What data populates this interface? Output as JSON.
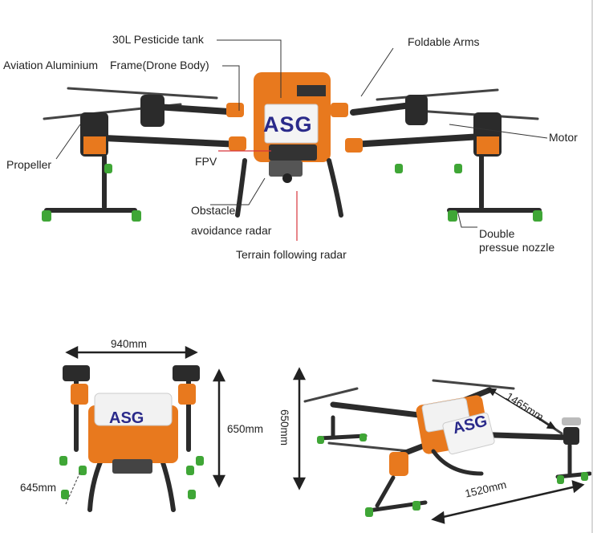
{
  "labels": {
    "tank": "30L Pesticide tank",
    "arms": "Foldable Arms",
    "aviation": "Aviation Aluminium",
    "frame": "Frame(Drone Body)",
    "motor": "Motor",
    "propeller": "Propeller",
    "fpv": "FPV",
    "obstacle_line1": "Obstacle",
    "obstacle_line2": "avoidance radar",
    "terrain": "Terrain following radar",
    "nozzle_line1": "Double",
    "nozzle_line2": "pressue nozzle"
  },
  "brand": "ASG",
  "dimensions": {
    "front_width": "940mm",
    "front_height": "650mm",
    "front_depth": "645mm",
    "iso_height": "650mm",
    "iso_length": "1520mm",
    "iso_diagonal": "1465mm"
  },
  "colors": {
    "orange": "#e8791e",
    "dark": "#2b2b2b",
    "nozzle": "#3fa636",
    "leader_dark": "#333333",
    "leader_red": "#d8363c"
  }
}
